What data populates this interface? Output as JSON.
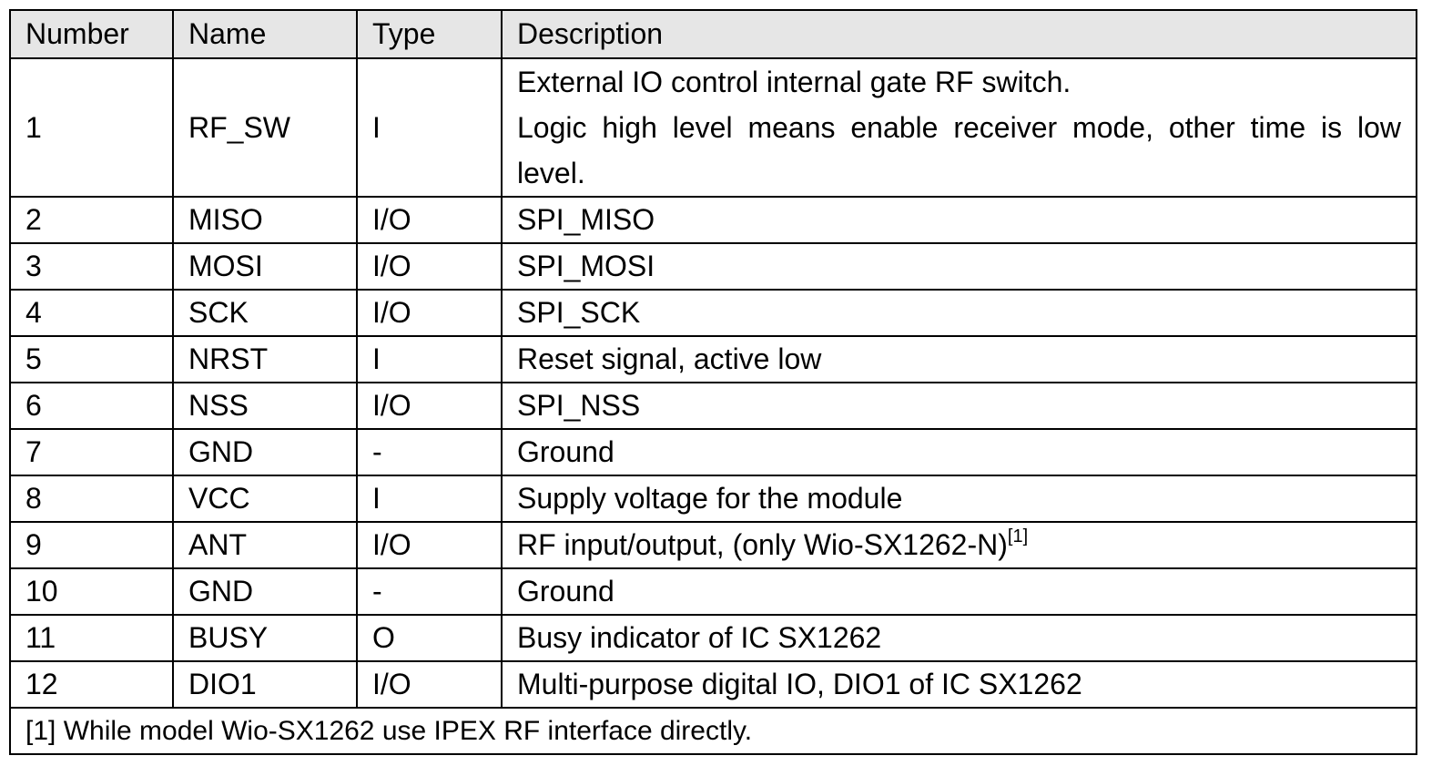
{
  "headers": [
    "Number",
    "Name",
    "Type",
    "Description"
  ],
  "rows": [
    {
      "number": "1",
      "name": "RF_SW",
      "type": "I",
      "description_lines": [
        "External IO control internal gate RF switch.",
        "Logic high level means enable receiver mode, other time is low",
        "level."
      ]
    },
    {
      "number": "2",
      "name": "MISO",
      "type": "I/O",
      "description": "SPI_MISO"
    },
    {
      "number": "3",
      "name": "MOSI",
      "type": "I/O",
      "description": "SPI_MOSI"
    },
    {
      "number": "4",
      "name": "SCK",
      "type": "I/O",
      "description": "SPI_SCK"
    },
    {
      "number": "5",
      "name": "NRST",
      "type": "I",
      "description": "Reset signal, active low"
    },
    {
      "number": "6",
      "name": "NSS",
      "type": "I/O",
      "description": "SPI_NSS"
    },
    {
      "number": "7",
      "name": "GND",
      "type": "-",
      "description": "Ground"
    },
    {
      "number": "8",
      "name": "VCC",
      "type": "I",
      "description": "Supply voltage for the module"
    },
    {
      "number": "9",
      "name": "ANT",
      "type": "I/O",
      "description": "RF input/output, (only Wio-SX1262-N)",
      "footnote_ref": "[1]"
    },
    {
      "number": "10",
      "name": "GND",
      "type": "-",
      "description": "Ground"
    },
    {
      "number": "11",
      "name": "BUSY",
      "type": "O",
      "description": "Busy indicator of IC SX1262"
    },
    {
      "number": "12",
      "name": "DIO1",
      "type": "I/O",
      "description": "Multi-purpose digital IO, DIO1 of IC SX1262"
    }
  ],
  "footnote": "[1] While model Wio-SX1262 use IPEX RF interface directly."
}
